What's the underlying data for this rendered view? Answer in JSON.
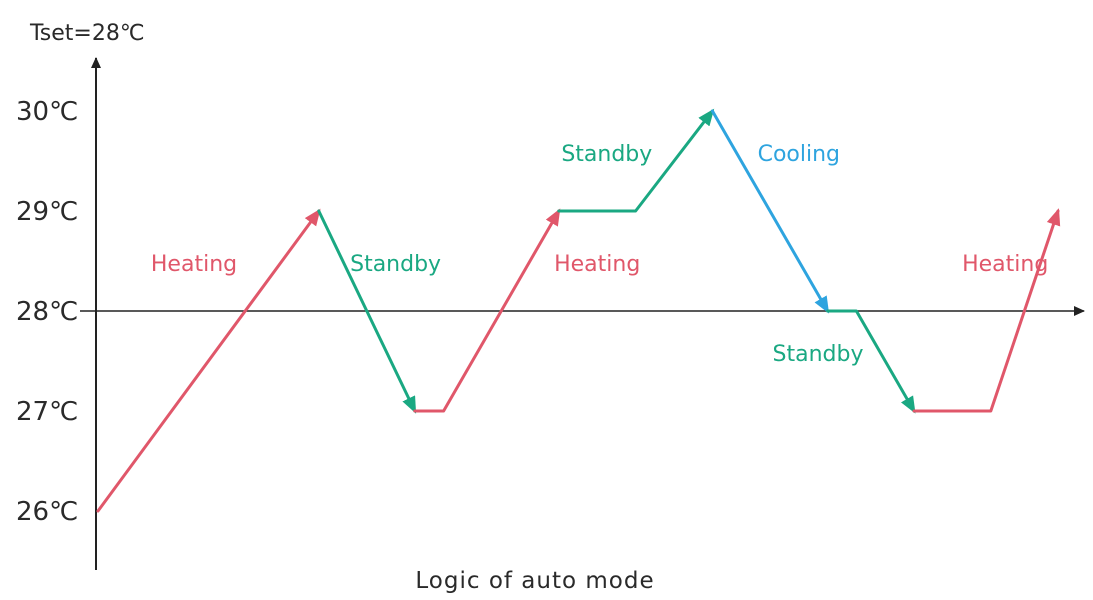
{
  "axis": {
    "y_title": "Tset=28℃",
    "y_ticks": [
      {
        "label": "30℃",
        "value": 30
      },
      {
        "label": "29℃",
        "value": 29
      },
      {
        "label": "28℃",
        "value": 28
      },
      {
        "label": "27℃",
        "value": 27
      },
      {
        "label": "26℃",
        "value": 26
      }
    ],
    "reference_value": 28
  },
  "caption": "Logic of auto mode",
  "colors": {
    "heating": "#e0576a",
    "standby": "#1aa882",
    "cooling": "#2ea4df",
    "axis": "#222222"
  },
  "modes": {
    "heating": "Heating",
    "standby": "Standby",
    "cooling": "Cooling"
  },
  "segments": [
    {
      "mode": "heating",
      "points": [
        [
          0,
          26
        ],
        [
          2.3,
          29
        ]
      ],
      "arrow": true
    },
    {
      "mode": "standby",
      "points": [
        [
          2.3,
          29
        ],
        [
          3.3,
          27
        ]
      ],
      "arrow": true
    },
    {
      "mode": "heating",
      "points": [
        [
          3.3,
          27
        ],
        [
          3.6,
          27
        ],
        [
          4.8,
          29
        ]
      ],
      "arrow": true
    },
    {
      "mode": "standby",
      "points": [
        [
          4.8,
          29
        ],
        [
          5.6,
          29
        ],
        [
          6.4,
          30
        ]
      ],
      "arrow": true
    },
    {
      "mode": "cooling",
      "points": [
        [
          6.4,
          30
        ],
        [
          7.6,
          28
        ]
      ],
      "arrow": true
    },
    {
      "mode": "standby",
      "points": [
        [
          7.6,
          28
        ],
        [
          7.9,
          28
        ],
        [
          8.5,
          27
        ]
      ],
      "arrow": true
    },
    {
      "mode": "heating",
      "points": [
        [
          8.5,
          27
        ],
        [
          9.3,
          27
        ],
        [
          10.0,
          29
        ]
      ],
      "arrow": true
    }
  ],
  "labels": [
    {
      "mode": "heating",
      "text": "Heating",
      "at": [
        1.0,
        28.4
      ]
    },
    {
      "mode": "standby",
      "text": "Standby",
      "at": [
        3.1,
        28.4
      ]
    },
    {
      "mode": "heating",
      "text": "Heating",
      "at": [
        5.2,
        28.4
      ]
    },
    {
      "mode": "standby",
      "text": "Standby",
      "at": [
        5.3,
        29.5
      ]
    },
    {
      "mode": "cooling",
      "text": "Cooling",
      "at": [
        7.3,
        29.5
      ]
    },
    {
      "mode": "standby",
      "text": "Standby",
      "at": [
        7.5,
        27.5
      ]
    },
    {
      "mode": "heating",
      "text": "Heating",
      "at": [
        9.45,
        28.4
      ]
    }
  ]
}
